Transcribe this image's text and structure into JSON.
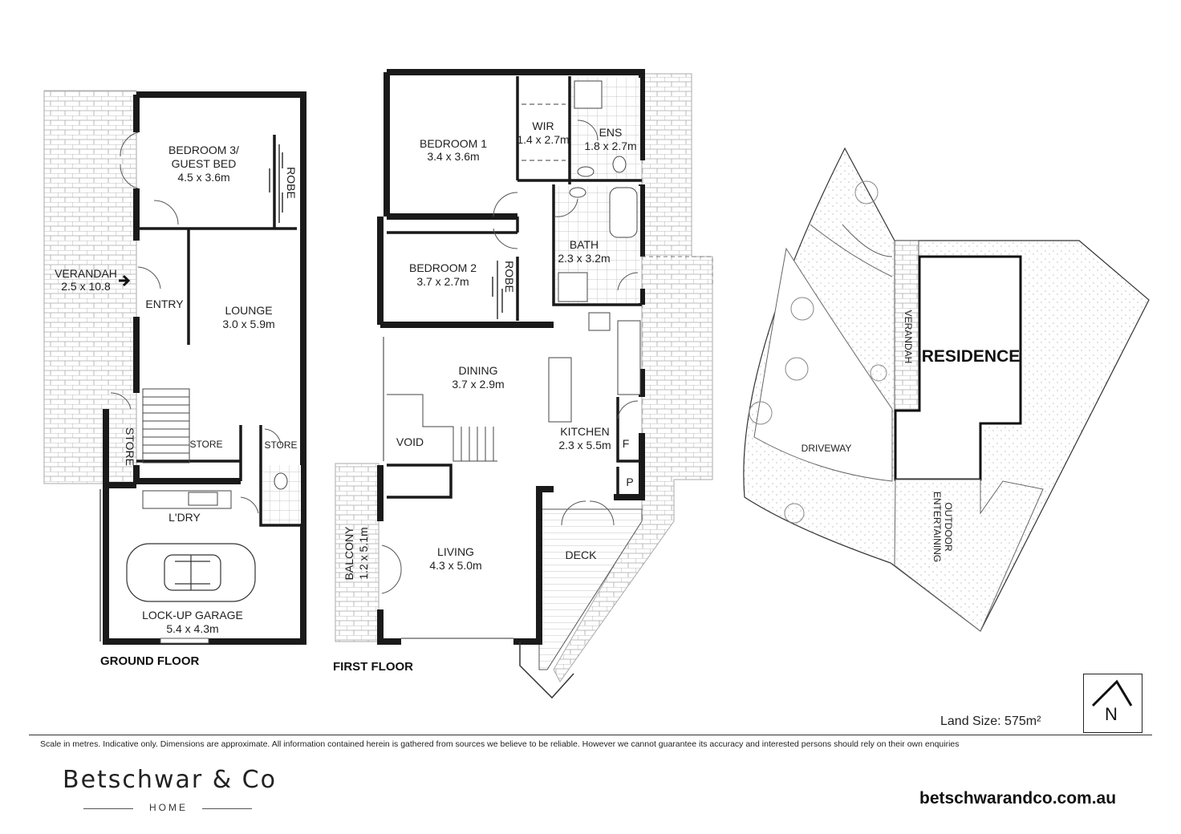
{
  "ground_floor": {
    "title": "GROUND FLOOR",
    "rooms": {
      "bedroom3_name": "BEDROOM 3/",
      "bedroom3_name2": "GUEST BED",
      "bedroom3_size": "4.5 x 3.6m",
      "robe": "ROBE",
      "verandah_name": "VERANDAH",
      "verandah_size": "2.5 x 10.8",
      "entry": "ENTRY",
      "lounge_name": "LOUNGE",
      "lounge_size": "3.0 x 5.9m",
      "store": "STORE",
      "store_stair": "STORE",
      "store_right": "STORE",
      "laundry": "L'DRY",
      "garage_name": "LOCK-UP GARAGE",
      "garage_size": "5.4 x 4.3m"
    }
  },
  "first_floor": {
    "title": "FIRST FLOOR",
    "rooms": {
      "bedroom1_name": "BEDROOM 1",
      "bedroom1_size": "3.4 x 3.6m",
      "wir_name": "WIR",
      "wir_size": "1.4 x 2.7m",
      "ens_name": "ENS",
      "ens_size": "1.8 x 2.7m",
      "bedroom2_name": "BEDROOM 2",
      "bedroom2_size": "3.7 x 2.7m",
      "robe": "ROBE",
      "bath_name": "BATH",
      "bath_size": "2.3 x 3.2m",
      "dining_name": "DINING",
      "dining_size": "3.7 x 2.9m",
      "void": "VOID",
      "kitchen_name": "KITCHEN",
      "kitchen_size": "2.3 x 5.5m",
      "fridge": "F",
      "pantry": "P",
      "balcony_name": "BALCONY",
      "balcony_size": "1.2 x 5.1m",
      "living_name": "LIVING",
      "living_size": "4.3 x 5.0m",
      "deck": "DECK"
    }
  },
  "site_plan": {
    "residence": "RESIDENCE",
    "verandah": "VERANDAH",
    "driveway": "DRIVEWAY",
    "outdoor": "OUTDOOR",
    "entertaining": "ENTERTAINING",
    "north": "N"
  },
  "land_size": "Land Size:  575m²",
  "disclaimer": "Scale in metres. Indicative only. Dimensions are approximate. All information contained herein is gathered from sources we believe to be reliable. However we cannot guarantee its accuracy and interested persons should rely on their own enquiries",
  "brand": {
    "name": "Betschwar & Co",
    "sub": "HOME",
    "website": "betschwarandco.com.au"
  },
  "colors": {
    "wall": "#1a1a1a",
    "paving": "#9a9a9a",
    "line": "#333333"
  }
}
